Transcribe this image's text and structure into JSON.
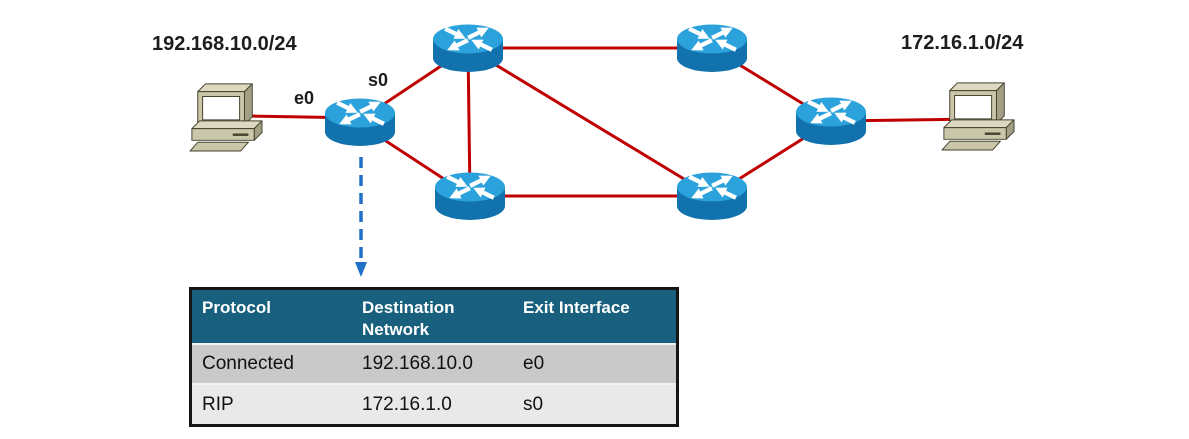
{
  "diagram": {
    "left_network_label": "192.168.10.0/24",
    "right_network_label": "172.16.1.0/24",
    "ethernet_interface_label": "e0",
    "serial_interface_label": "s0",
    "icons": {
      "router": "router-icon",
      "workstation": "pc-icon",
      "pointer": "dashed-arrow-icon"
    }
  },
  "routing_table": {
    "columns": [
      "Protocol",
      "Destination Network",
      "Exit Interface"
    ],
    "rows": [
      {
        "protocol": "Connected",
        "destination_network": "192.168.10.0",
        "exit_interface": "e0"
      },
      {
        "protocol": "RIP",
        "destination_network": "172.16.1.0",
        "exit_interface": "s0"
      }
    ]
  },
  "colors": {
    "link_red": "#c00000",
    "router_top": "#2ba2db",
    "router_body": "#1172ae",
    "pointer_blue": "#1f70c6",
    "header_bg": "#18607e",
    "header_text": "#ffffff",
    "row1_bg": "#c9c9c9",
    "row2_bg": "#e9e9e9",
    "table_border": "#151515",
    "pc_front": "#c9c6a9",
    "pc_top": "#dcd9c0",
    "pc_side": "#a29f84",
    "pc_outline": "#44432f",
    "label_text": "#1d1d1b"
  }
}
